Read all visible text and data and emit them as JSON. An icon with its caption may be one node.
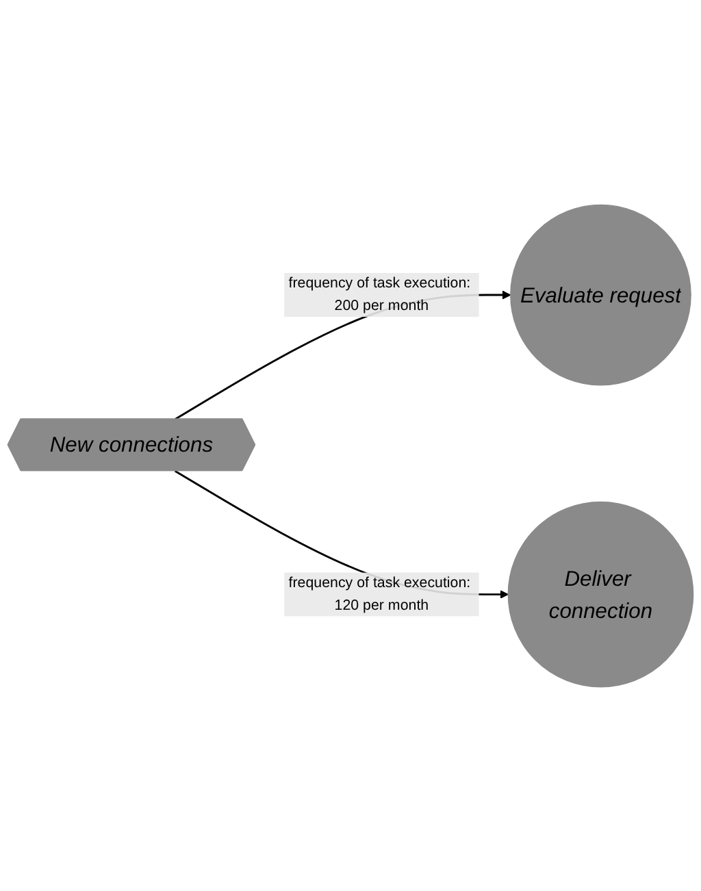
{
  "diagram": {
    "nodes": [
      {
        "text": [
          "New connections"
        ]
      },
      {
        "text": [
          "Evaluate request"
        ]
      },
      {
        "text": [
          "Deliver connection"
        ]
      }
    ],
    "edges": [
      {
        "from": 0,
        "to": 1,
        "arrow": "to",
        "label": "frequency of task execution: 200 per month"
      },
      {
        "from": 0,
        "to": 2,
        "arrow": "to",
        "label": "frequency of task execution: 120 per month"
      }
    ]
  }
}
